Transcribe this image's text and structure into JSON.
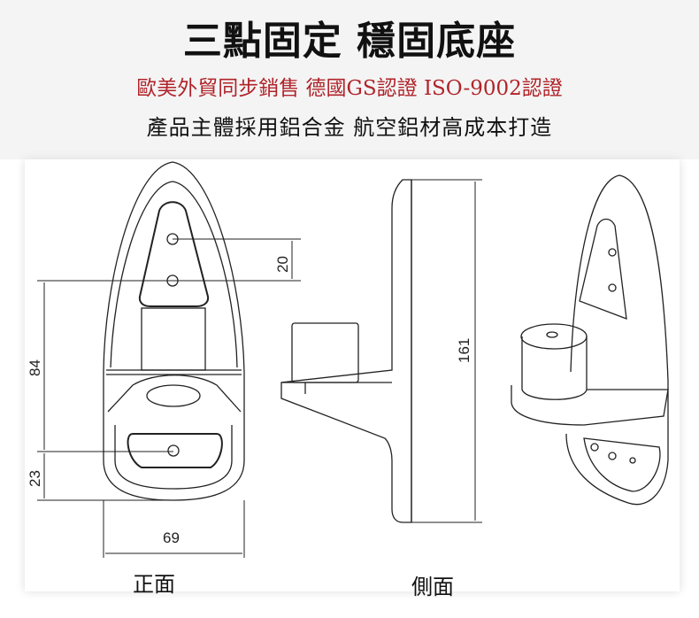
{
  "header": {
    "title": "三點固定 穩固底座",
    "subtitle_red": "歐美外貿同步銷售 德國GS認證 ISO-9002認證",
    "subtitle_black": "產品主體採用鋁合金 航空鋁材高成本打造"
  },
  "diagram": {
    "dimensions": {
      "hole_spacing": "20",
      "height_84": "84",
      "height_23": "23",
      "width": "69",
      "total_height": "161"
    },
    "labels": {
      "front": "正面",
      "side": "側面"
    }
  }
}
